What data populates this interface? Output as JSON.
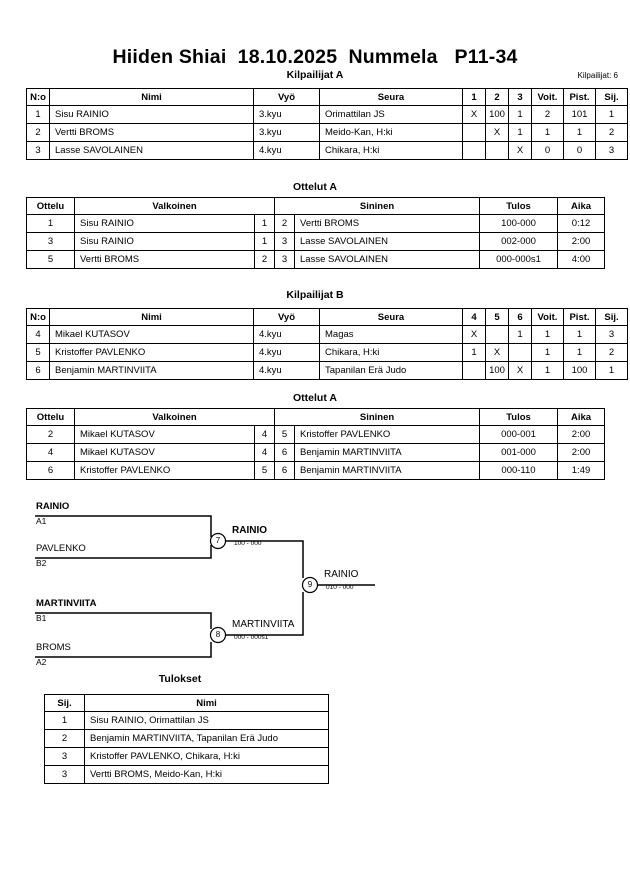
{
  "document": {
    "title": "Hiiden Shiai  18.10.2025  Nummela   P11-34",
    "entrants_label": "Kilpailijat: 6"
  },
  "pool_a": {
    "caption": "Kilpailijat A",
    "headers": [
      "N:o",
      "Nimi",
      "Vyö",
      "Seura",
      "1",
      "2",
      "3",
      "Voit.",
      "Pist.",
      "Sij."
    ],
    "rows": [
      {
        "no": "1",
        "name": "Sisu RAINIO",
        "belt": "3.kyu",
        "club": "Orimattilan JS",
        "g1": "X",
        "g2": "100",
        "g3": "1",
        "wins": "2",
        "points": "101",
        "rank": "1"
      },
      {
        "no": "2",
        "name": "Vertti BROMS",
        "belt": "3.kyu",
        "club": "Meido-Kan, H:ki",
        "g1": "",
        "g2": "X",
        "g3": "1",
        "wins": "1",
        "points": "1",
        "rank": "2"
      },
      {
        "no": "3",
        "name": "Lasse SAVOLAINEN",
        "belt": "4.kyu",
        "club": "Chikara, H:ki",
        "g1": "",
        "g2": "",
        "g3": "X",
        "wins": "0",
        "points": "0",
        "rank": "3"
      }
    ]
  },
  "matches_a": {
    "caption": "Ottelut A",
    "headers": [
      "Ottelu",
      "Valkoinen",
      "",
      "",
      "Sininen",
      "Tulos",
      "Aika"
    ],
    "rows": [
      {
        "no": "1",
        "white": "Sisu RAINIO",
        "white_winner": true,
        "n1": "1",
        "n2": "2",
        "blue": "Vertti BROMS",
        "blue_winner": false,
        "result": "100-000",
        "time": "0:12"
      },
      {
        "no": "3",
        "white": "Sisu RAINIO",
        "white_winner": true,
        "n1": "1",
        "n2": "3",
        "blue": "Lasse SAVOLAINEN",
        "blue_winner": false,
        "result": "002-000",
        "time": "2:00"
      },
      {
        "no": "5",
        "white": "Vertti BROMS",
        "white_winner": true,
        "n1": "2",
        "n2": "3",
        "blue": "Lasse SAVOLAINEN",
        "blue_winner": false,
        "result": "000-000s1",
        "time": "4:00"
      }
    ]
  },
  "pool_b": {
    "caption": "Kilpailijat B",
    "headers": [
      "N:o",
      "Nimi",
      "Vyö",
      "Seura",
      "4",
      "5",
      "6",
      "Voit.",
      "Pist.",
      "Sij."
    ],
    "rows": [
      {
        "no": "4",
        "name": "Mikael KUTASOV",
        "belt": "4.kyu",
        "club": "Magas",
        "g1": "X",
        "g2": "",
        "g3": "1",
        "wins": "1",
        "points": "1",
        "rank": "3"
      },
      {
        "no": "5",
        "name": "Kristoffer PAVLENKO",
        "belt": "4.kyu",
        "club": "Chikara, H:ki",
        "g1": "1",
        "g2": "X",
        "g3": "",
        "wins": "1",
        "points": "1",
        "rank": "2"
      },
      {
        "no": "6",
        "name": "Benjamin MARTINVIITA",
        "belt": "4.kyu",
        "club": "Tapanilan Erä Judo",
        "g1": "",
        "g2": "100",
        "g3": "X",
        "wins": "1",
        "points": "100",
        "rank": "1"
      }
    ]
  },
  "matches_b": {
    "caption": "Ottelut A",
    "headers": [
      "Ottelu",
      "Valkoinen",
      "",
      "",
      "Sininen",
      "Tulos",
      "Aika"
    ],
    "rows": [
      {
        "no": "2",
        "white": "Mikael KUTASOV",
        "white_winner": false,
        "n1": "4",
        "n2": "5",
        "blue": "Kristoffer PAVLENKO",
        "blue_winner": true,
        "result": "000-001",
        "time": "2:00"
      },
      {
        "no": "4",
        "white": "Mikael KUTASOV",
        "white_winner": true,
        "n1": "4",
        "n2": "6",
        "blue": "Benjamin MARTINVIITA",
        "blue_winner": false,
        "result": "001-000",
        "time": "2:00"
      },
      {
        "no": "6",
        "white": "Kristoffer PAVLENKO",
        "white_winner": false,
        "n1": "5",
        "n2": "6",
        "blue": "Benjamin MARTINVIITA",
        "blue_winner": true,
        "result": "000-110",
        "time": "1:49"
      }
    ]
  },
  "bracket": {
    "entries": [
      {
        "name": "RAINIO",
        "seed": "A1",
        "bold": true
      },
      {
        "name": "PAVLENKO",
        "seed": "B2",
        "bold": false
      },
      {
        "name": "MARTINVIITA",
        "seed": "B1",
        "bold": true
      },
      {
        "name": "BROMS",
        "seed": "A2",
        "bold": false
      }
    ],
    "nodes": [
      {
        "number": "7",
        "winner": "RAINIO",
        "score": "100 - 000",
        "bold": true
      },
      {
        "number": "8",
        "winner": "MARTINVIITA",
        "score": "000 - 000s1",
        "bold": false
      },
      {
        "number": "9",
        "winner": "RAINIO",
        "score": "010 - 000",
        "bold": false
      }
    ]
  },
  "results": {
    "caption": "Tulokset",
    "headers": [
      "Sij.",
      "Nimi"
    ],
    "rows": [
      {
        "pos": "1",
        "name": "Sisu RAINIO, Orimattilan JS"
      },
      {
        "pos": "2",
        "name": "Benjamin MARTINVIITA, Tapanilan Erä Judo"
      },
      {
        "pos": "3",
        "name": "Kristoffer PAVLENKO, Chikara, H:ki"
      },
      {
        "pos": "3",
        "name": "Vertti BROMS, Meido-Kan, H:ki"
      }
    ]
  }
}
